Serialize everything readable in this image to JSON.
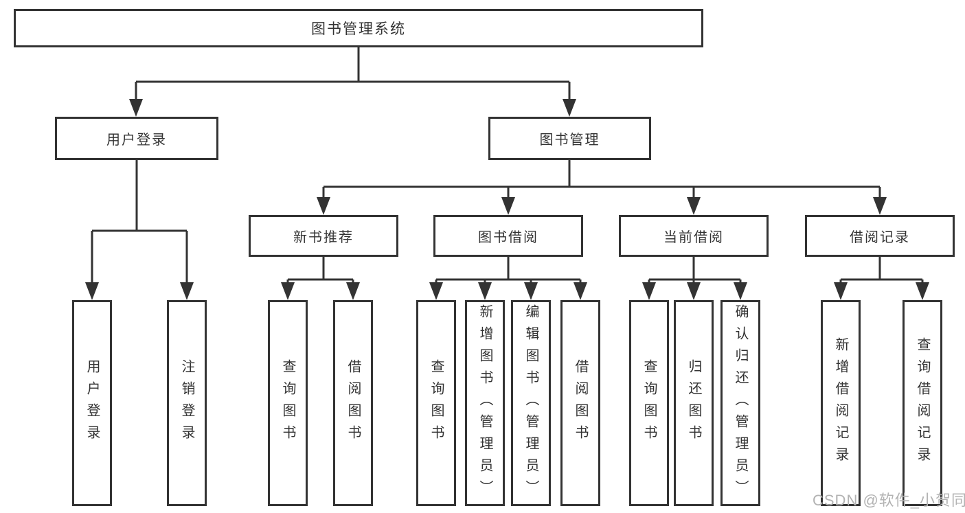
{
  "tree": {
    "label": "图书管理系统",
    "children": [
      {
        "label": "用户登录",
        "children": [
          {
            "label": "用户登录"
          },
          {
            "label": "注销登录"
          }
        ]
      },
      {
        "label": "图书管理",
        "children": [
          {
            "label": "新书推荐",
            "children": [
              {
                "label": "查询图书"
              },
              {
                "label": "借阅图书"
              }
            ]
          },
          {
            "label": "图书借阅",
            "children": [
              {
                "label": "查询图书"
              },
              {
                "label": "新增图书（管理员）"
              },
              {
                "label": "编辑图书（管理员）"
              },
              {
                "label": "借阅图书"
              }
            ]
          },
          {
            "label": "当前借阅",
            "children": [
              {
                "label": "查询图书"
              },
              {
                "label": "归还图书"
              },
              {
                "label": "确认归还（管理员）"
              }
            ]
          },
          {
            "label": "借阅记录",
            "children": [
              {
                "label": "新增借阅记录"
              },
              {
                "label": "查询借阅记录"
              }
            ]
          }
        ]
      }
    ]
  },
  "watermark": "CSDN @软件_小贺同学",
  "colors": {
    "line": "#333333",
    "text": "#333333",
    "box_fill": "#ffffff",
    "background": "#ffffff",
    "watermark": "#b3b3b3"
  }
}
